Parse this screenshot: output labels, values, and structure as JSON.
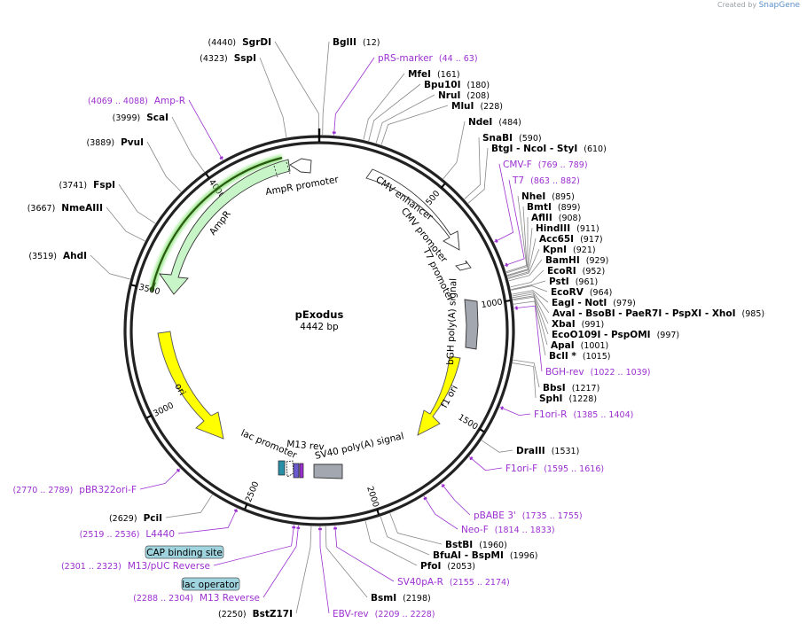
{
  "watermark": {
    "prefix": "Created by",
    "brand": "SnapGene"
  },
  "plasmid": {
    "name": "pExodus",
    "size_label": "4442 bp",
    "length": 4442
  },
  "colors": {
    "backbone": "#222222",
    "enzyme_line": "#888888",
    "primer": "#9b30d0",
    "ampr": "#c8f5c8",
    "ori": "#ffff00",
    "polyA": "#a3a8b0",
    "promoter_white": "#ffffff",
    "label_box": "#9fd3dd"
  },
  "ticks": [
    {
      "label": "500",
      "pos": 500
    },
    {
      "label": "1000",
      "pos": 1000
    },
    {
      "label": "1500",
      "pos": 1500
    },
    {
      "label": "2000",
      "pos": 2000
    },
    {
      "label": "2500",
      "pos": 2500
    },
    {
      "label": "3000",
      "pos": 3000
    },
    {
      "label": "3500",
      "pos": 3500
    },
    {
      "label": "4000",
      "pos": 4000
    }
  ],
  "enzymes": [
    {
      "id": "bglii",
      "name": "BglII",
      "pos_label": "(12)"
    },
    {
      "id": "mfei",
      "name": "MfeI",
      "pos_label": "(161)"
    },
    {
      "id": "bpu10i",
      "name": "Bpu10I",
      "pos_label": "(180)"
    },
    {
      "id": "nrui",
      "name": "NruI",
      "pos_label": "(208)"
    },
    {
      "id": "mlui",
      "name": "MluI",
      "pos_label": "(228)"
    },
    {
      "id": "ndei",
      "name": "NdeI",
      "pos_label": "(484)"
    },
    {
      "id": "snabi",
      "name": "SnaBI",
      "pos_label": "(590)"
    },
    {
      "id": "btgi",
      "name": "BtgI  - NcoI  - StyI",
      "pos_label": "(610)"
    },
    {
      "id": "nhei",
      "name": "NheI",
      "pos_label": "(895)"
    },
    {
      "id": "bmti",
      "name": "BmtI",
      "pos_label": "(899)"
    },
    {
      "id": "aflii",
      "name": "AflII",
      "pos_label": "(908)"
    },
    {
      "id": "hindiii",
      "name": "HindIII",
      "pos_label": "(911)"
    },
    {
      "id": "acc65i",
      "name": "Acc65I",
      "pos_label": "(917)"
    },
    {
      "id": "kpni",
      "name": "KpnI",
      "pos_label": "(921)"
    },
    {
      "id": "bamhi",
      "name": "BamHI",
      "pos_label": "(929)"
    },
    {
      "id": "ecori",
      "name": "EcoRI",
      "pos_label": "(952)"
    },
    {
      "id": "psti",
      "name": "PstI",
      "pos_label": "(961)"
    },
    {
      "id": "ecorv",
      "name": "EcoRV",
      "pos_label": "(964)"
    },
    {
      "id": "eagi",
      "name": "EagI  - NotI",
      "pos_label": "(979)"
    },
    {
      "id": "avai",
      "name": "AvaI  - BsoBI  - PaeR7I  - PspXI  - XhoI",
      "pos_label": "(985)"
    },
    {
      "id": "xbai",
      "name": "XbaI",
      "pos_label": "(991)"
    },
    {
      "id": "ecoo109i",
      "name": "EcoO109I  - PspOMI",
      "pos_label": "(997)"
    },
    {
      "id": "apai",
      "name": "ApaI",
      "pos_label": "(1001)"
    },
    {
      "id": "bcli",
      "name": "BclI *",
      "pos_label": "(1015)"
    },
    {
      "id": "bbsi",
      "name": "BbsI",
      "pos_label": "(1217)"
    },
    {
      "id": "sphi",
      "name": "SphI",
      "pos_label": "(1228)"
    },
    {
      "id": "draiii",
      "name": "DraIII",
      "pos_label": "(1531)"
    },
    {
      "id": "bstbi",
      "name": "BstBI",
      "pos_label": "(1960)"
    },
    {
      "id": "bfuai",
      "name": "BfuAI  - BspMI",
      "pos_label": "(1996)"
    },
    {
      "id": "pfoi",
      "name": "PfoI",
      "pos_label": "(2053)"
    },
    {
      "id": "bsmi",
      "name": "BsmI",
      "pos_label": "(2198)"
    },
    {
      "id": "bstz17i",
      "name": "BstZ17I",
      "pos_label": "(2250)"
    },
    {
      "id": "pcii",
      "name": "PciI",
      "pos_label": "(2629)"
    },
    {
      "id": "ahdi",
      "name": "AhdI",
      "pos_label": "(3519)"
    },
    {
      "id": "nmeaiii",
      "name": "NmeAIII",
      "pos_label": "(3667)"
    },
    {
      "id": "fspi",
      "name": "FspI",
      "pos_label": "(3741)"
    },
    {
      "id": "pvui",
      "name": "PvuI",
      "pos_label": "(3889)"
    },
    {
      "id": "scai",
      "name": "ScaI",
      "pos_label": "(3999)"
    },
    {
      "id": "sspi",
      "name": "SspI",
      "pos_label": "(4323)"
    },
    {
      "id": "sgrdi",
      "name": "SgrDI",
      "pos_label": "(4440)"
    }
  ],
  "primers": [
    {
      "id": "prs-marker",
      "name": "pRS-marker",
      "range_label": "(44 .. 63)"
    },
    {
      "id": "cmv-f",
      "name": "CMV-F",
      "range_label": "(769 .. 789)"
    },
    {
      "id": "t7",
      "name": "T7",
      "range_label": "(863 .. 882)"
    },
    {
      "id": "bgh-rev",
      "name": "BGH-rev",
      "range_label": "(1022 .. 1039)"
    },
    {
      "id": "f1ori-r",
      "name": "F1ori-R",
      "range_label": "(1385 .. 1404)"
    },
    {
      "id": "f1ori-f",
      "name": "F1ori-F",
      "range_label": "(1595 .. 1616)"
    },
    {
      "id": "pbabe3",
      "name": "pBABE 3'",
      "range_label": "(1735 .. 1755)"
    },
    {
      "id": "neo-f",
      "name": "Neo-F",
      "range_label": "(1814 .. 1833)"
    },
    {
      "id": "sv40pa-r",
      "name": "SV40pA-R",
      "range_label": "(2155 .. 2174)"
    },
    {
      "id": "ebv-rev",
      "name": "EBV-rev",
      "range_label": "(2209 .. 2228)"
    },
    {
      "id": "m13-reverse",
      "name": "M13 Reverse",
      "range_label": "(2288 .. 2304)"
    },
    {
      "id": "m13puc-reverse",
      "name": "M13/pUC Reverse",
      "range_label": "(2301 .. 2323)"
    },
    {
      "id": "l4440",
      "name": "L4440",
      "range_label": "(2519 .. 2536)"
    },
    {
      "id": "pbr322ori-f",
      "name": "pBR322ori-F",
      "range_label": "(2770 .. 2789)"
    },
    {
      "id": "amp-r",
      "name": "Amp-R",
      "range_label": "(4069 .. 4088)"
    }
  ],
  "features": {
    "cmv_enhancer": "CMV enhancer",
    "cmv_promoter": "CMV promoter",
    "t7_promoter": "T7 promoter",
    "bgh_polya": "bGH poly(A) signal",
    "f1_ori": "f1 ori",
    "sv40_polya": "SV40 poly(A) signal",
    "m13_rev": "M13 rev",
    "lac_promoter": "lac promoter",
    "ori": "ori",
    "ampr": "AmpR",
    "ampr_promoter": "AmpR promoter"
  },
  "boxed_labels": {
    "cap_site": "CAP binding site",
    "lac_operator": "lac operator"
  }
}
